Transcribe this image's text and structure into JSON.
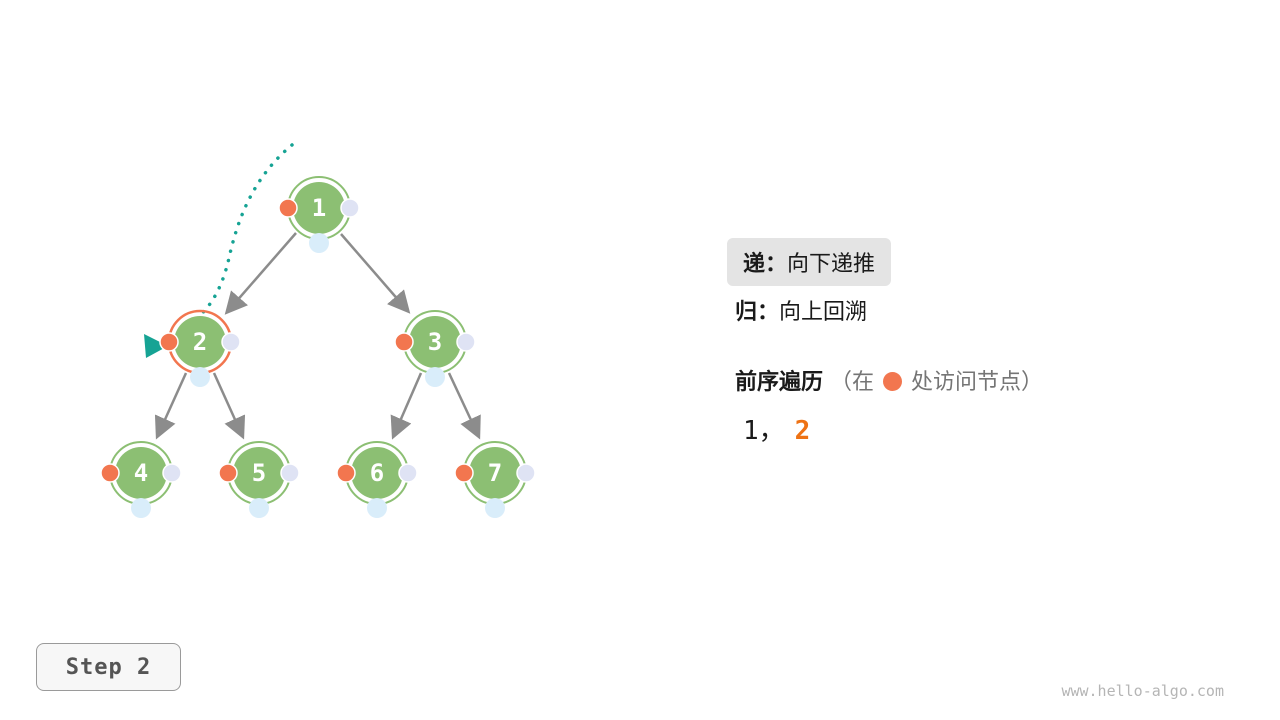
{
  "tree": {
    "nodes": [
      {
        "value": "1",
        "state": "default"
      },
      {
        "value": "2",
        "state": "current"
      },
      {
        "value": "3",
        "state": "default"
      },
      {
        "value": "4",
        "state": "default"
      },
      {
        "value": "5",
        "state": "default"
      },
      {
        "value": "6",
        "state": "default"
      },
      {
        "value": "7",
        "state": "default"
      }
    ],
    "edges": [
      [
        "1",
        "2"
      ],
      [
        "1",
        "3"
      ],
      [
        "2",
        "4"
      ],
      [
        "2",
        "5"
      ],
      [
        "3",
        "6"
      ],
      [
        "3",
        "7"
      ]
    ]
  },
  "legend": {
    "recurse": {
      "bold": "递：",
      "text": "向下递推",
      "highlighted": true
    },
    "backtrack": {
      "bold": "归：",
      "text": "向上回溯"
    },
    "traversal": {
      "bold": "前序遍历",
      "note_before": "（在",
      "note_after": "处访问节点）"
    },
    "sequence": {
      "visited": "1，",
      "current": "2"
    }
  },
  "step_indicator": {
    "label": "Step 2"
  },
  "watermark": {
    "text": "www.hello-algo.com"
  },
  "colors": {
    "node_fill": "#8cbf73",
    "node_ring": "#8cbf73",
    "current_node_ring": "#f2764f",
    "visit_dot": "#f2764f",
    "right_dot": "#dfe3f4",
    "bottom_dot": "#d9edfa",
    "edge": "#8c8c8c",
    "recursion_path": "#16a394",
    "sequence_current_text": "#ee7214",
    "badge_background": "#e4e4e4"
  }
}
